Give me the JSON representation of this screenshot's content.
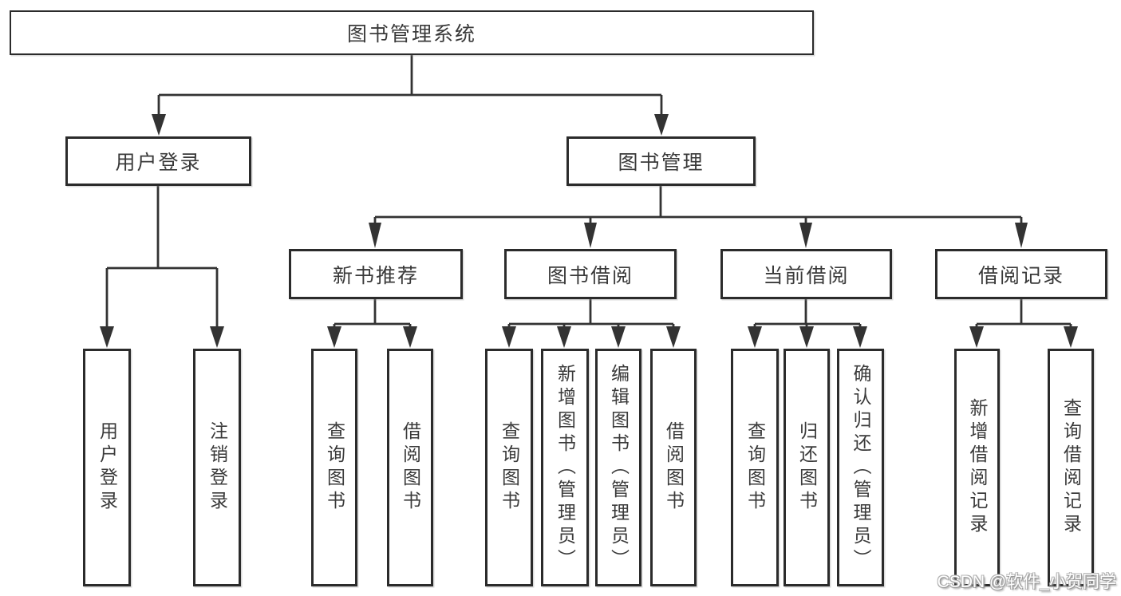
{
  "tree": {
    "root": {
      "label": "图书管理系统"
    },
    "branches": [
      {
        "label": "用户登录",
        "children": [
          {
            "label": "用户登录"
          },
          {
            "label": "注销登录"
          }
        ]
      },
      {
        "label": "图书管理",
        "children": [
          {
            "label": "新书推荐",
            "children": [
              {
                "label": "查询图书"
              },
              {
                "label": "借阅图书"
              }
            ]
          },
          {
            "label": "图书借阅",
            "children": [
              {
                "label": "查询图书"
              },
              {
                "label": "新增图书（管理员）"
              },
              {
                "label": "编辑图书（管理员）"
              },
              {
                "label": "借阅图书"
              }
            ]
          },
          {
            "label": "当前借阅",
            "children": [
              {
                "label": "查询图书"
              },
              {
                "label": "归还图书"
              },
              {
                "label": "确认归还（管理员）"
              }
            ]
          },
          {
            "label": "借阅记录",
            "children": [
              {
                "label": "新增借阅记录"
              },
              {
                "label": "查询借阅记录"
              }
            ]
          }
        ]
      }
    ]
  },
  "watermark": {
    "text": "CSDN @软件_小贺同学"
  },
  "colors": {
    "background": "#ffffff",
    "line": "#333333",
    "box_border": "#2b2b2b",
    "box_fill": "#ffffff",
    "text": "#3a3a3a",
    "watermark_text": "#ffffff",
    "watermark_shadow": "#9a9a9a"
  }
}
